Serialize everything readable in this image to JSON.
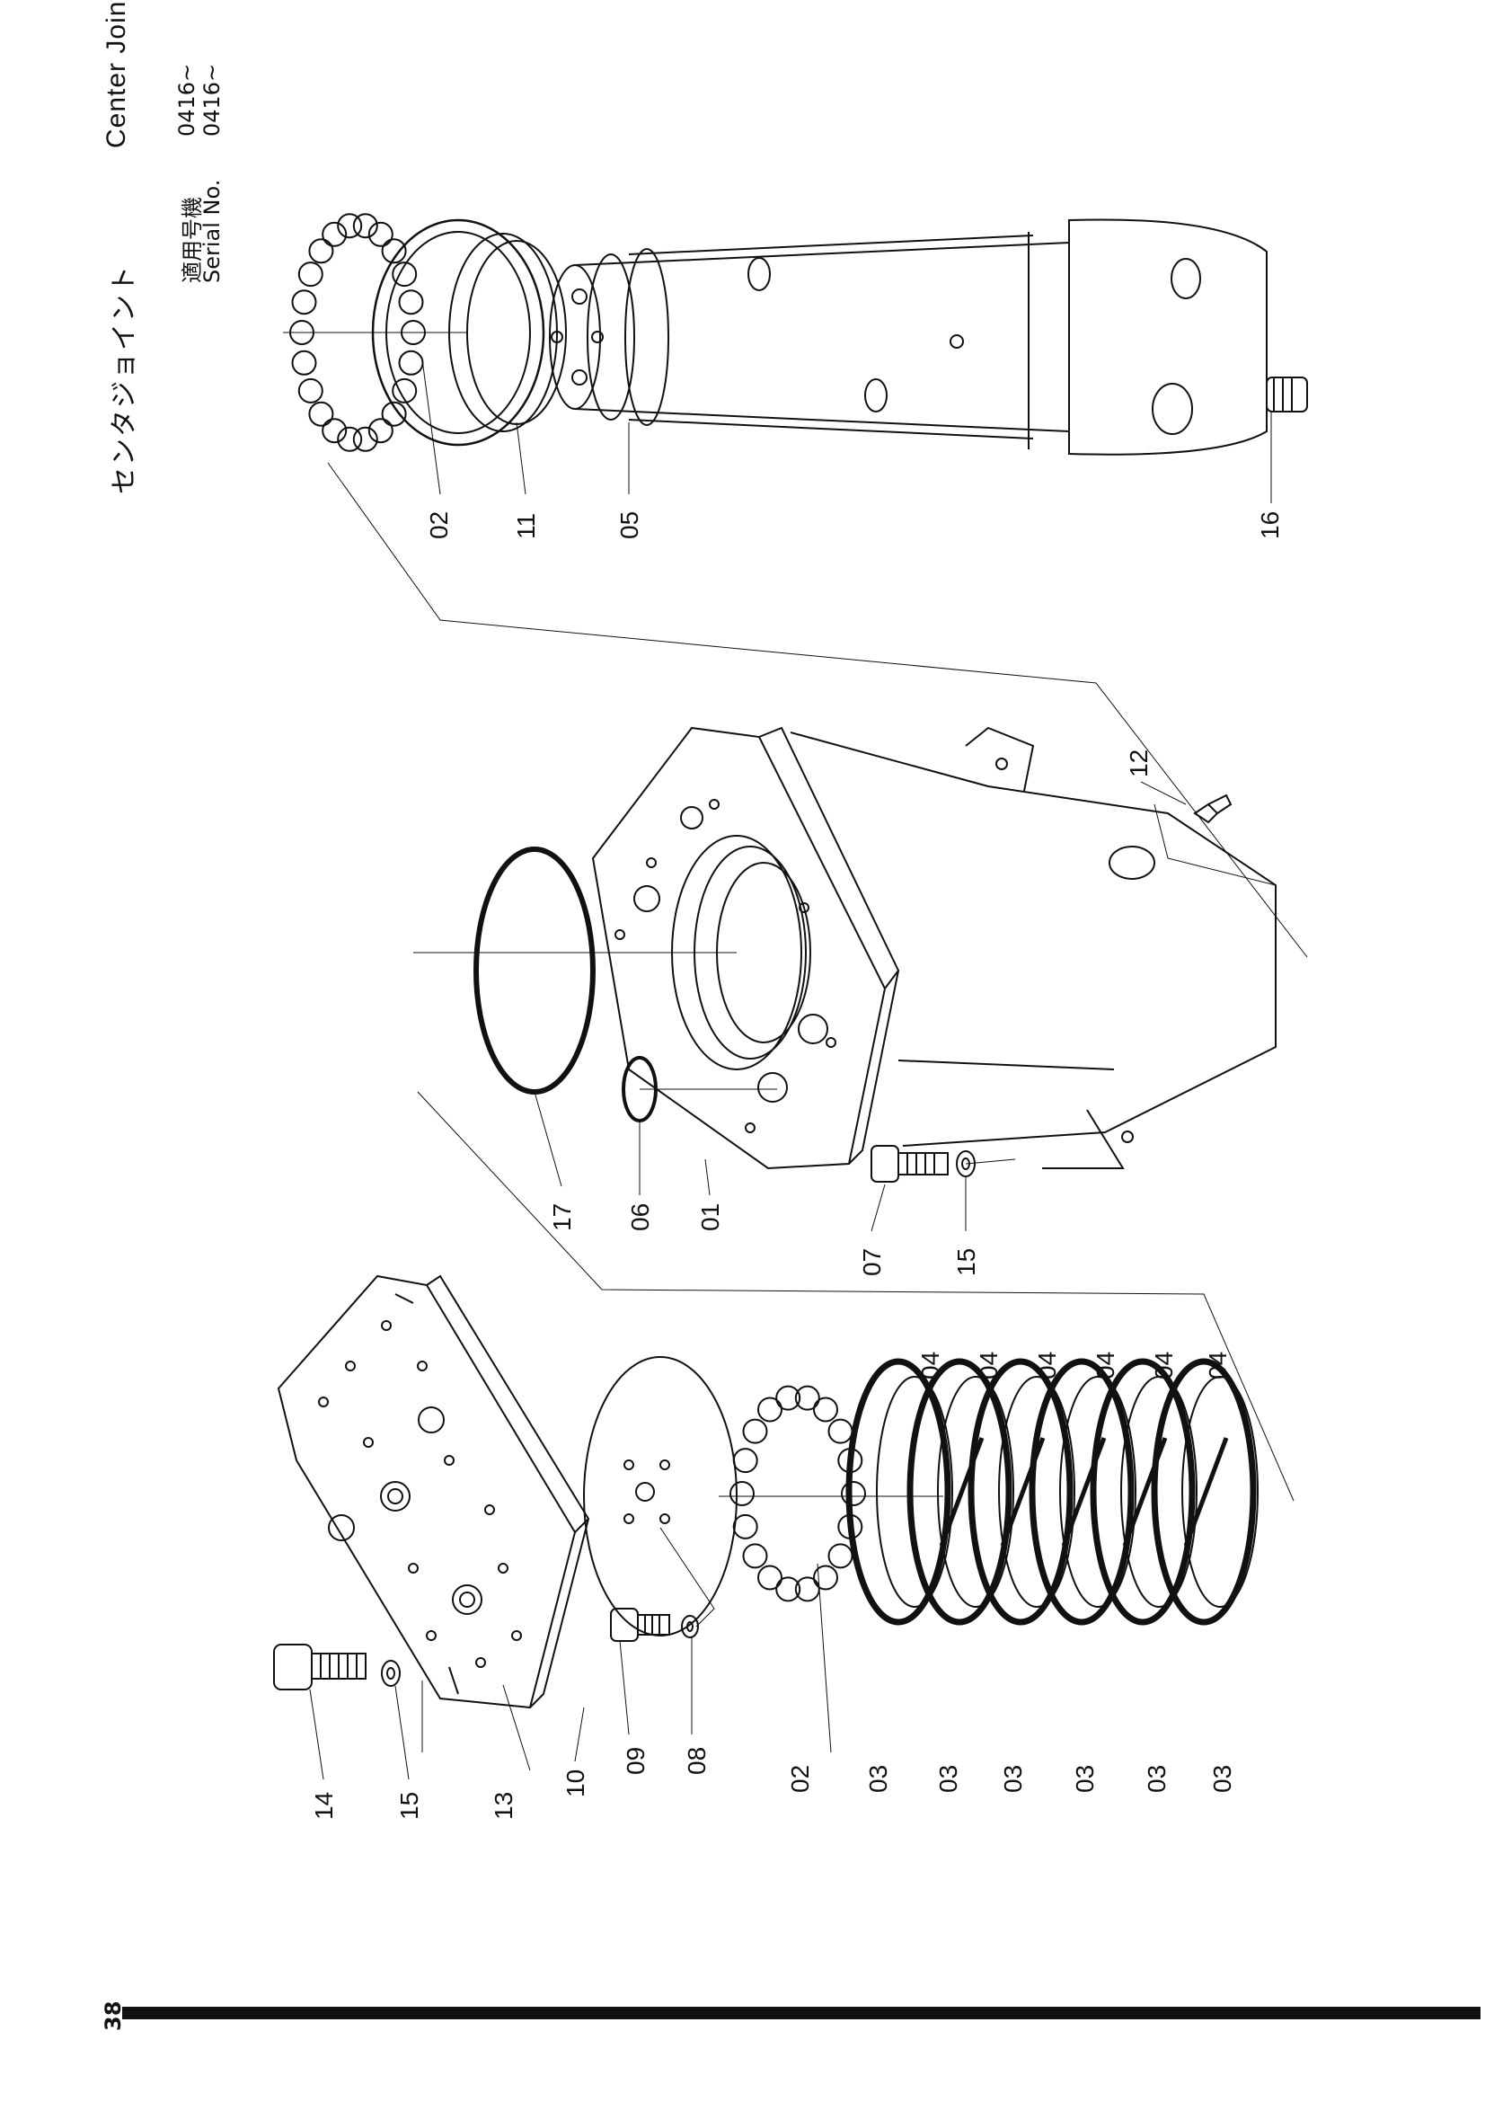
{
  "header": {
    "title_jp": "センタジョイント",
    "title_en": "Center Joint",
    "applicable_jp": "適用号機",
    "serial_label": "Serial No.",
    "serial_value_1": "0416~",
    "serial_value_2": "0416~"
  },
  "page_number": "38",
  "callouts": {
    "c01": "01",
    "c02a": "02",
    "c02b": "02",
    "c03a": "03",
    "c03b": "03",
    "c03c": "03",
    "c03d": "03",
    "c03e": "03",
    "c03f": "03",
    "c04a": "04",
    "c04b": "04",
    "c04c": "04",
    "c04d": "04",
    "c04e": "04",
    "c04f": "04",
    "c05": "05",
    "c06": "06",
    "c07": "07",
    "c08": "08",
    "c09": "09",
    "c10": "10",
    "c11": "11",
    "c12": "12",
    "c13": "13",
    "c14": "14",
    "c15a": "15",
    "c15b": "15",
    "c16": "16",
    "c17": "17"
  }
}
